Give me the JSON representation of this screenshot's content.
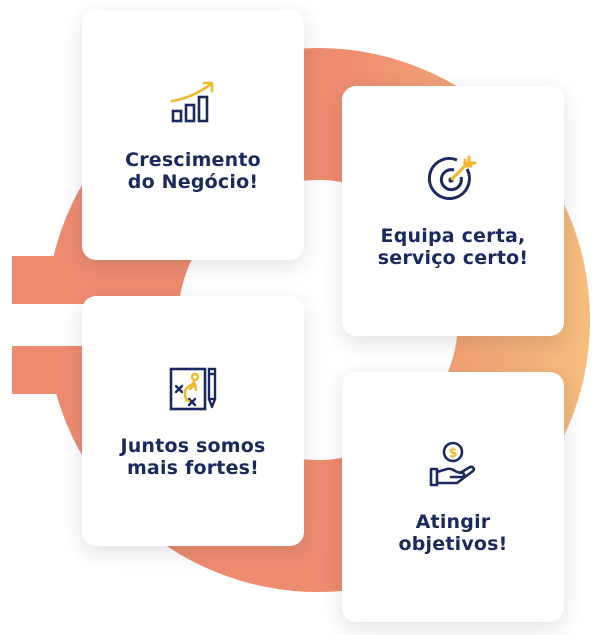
{
  "colors": {
    "navy": "#1b2a5e",
    "accent_yellow": "#f0b82a",
    "bg_orange": "#ee8c70",
    "bg_orange_light": "#f5b67a"
  },
  "cards": [
    {
      "icon": "growth-chart-icon",
      "line1": "Crescimento",
      "line2": "do Negócio!"
    },
    {
      "icon": "target-icon",
      "line1": "Equipa certa,",
      "line2": "serviço certo!"
    },
    {
      "icon": "strategy-board-icon",
      "line1": "Juntos somos",
      "line2": "mais fortes!"
    },
    {
      "icon": "money-hand-icon",
      "line1": "Atingir",
      "line2": "objetivos!"
    }
  ]
}
